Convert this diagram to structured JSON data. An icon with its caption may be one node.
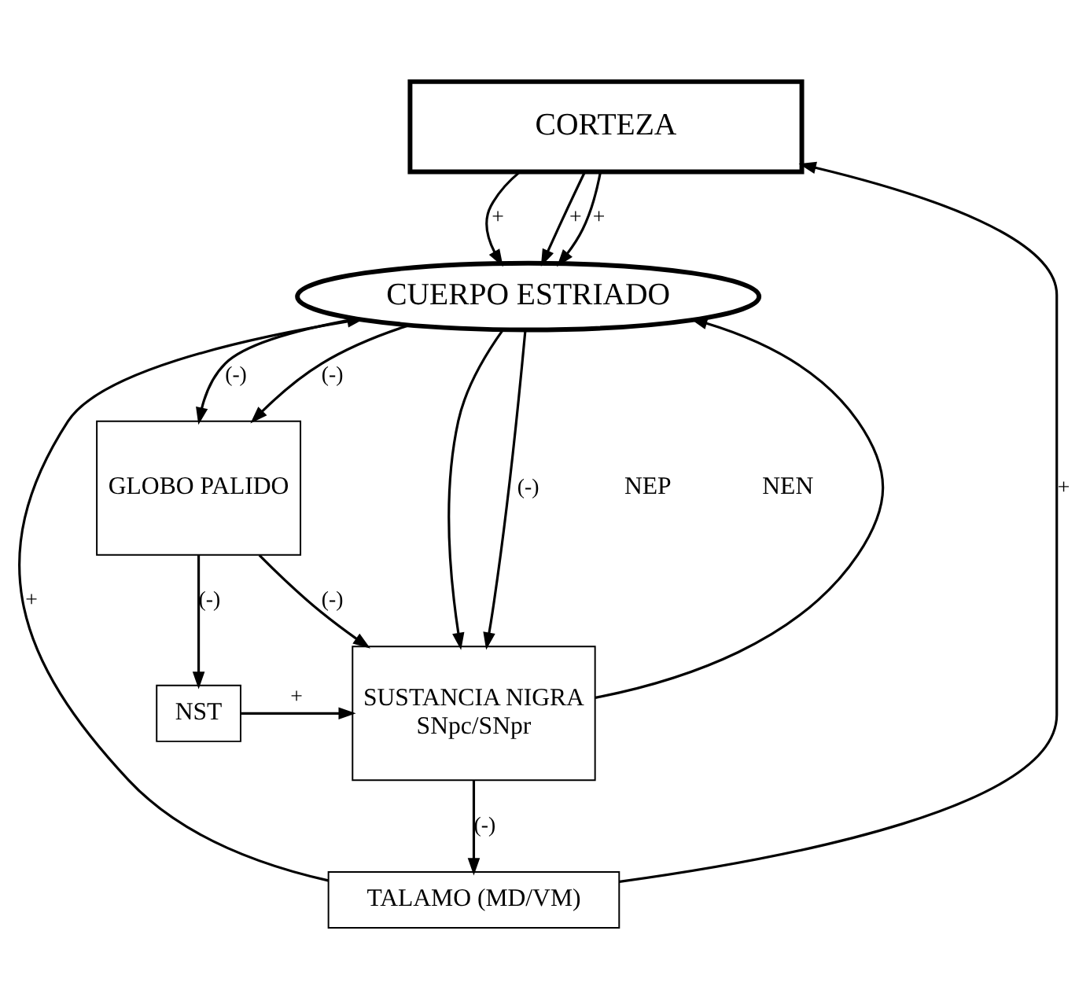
{
  "diagram": {
    "nodes": [
      {
        "text": [
          "CORTEZA"
        ]
      },
      {
        "text": [
          "TALAMO (MD/VM)"
        ]
      },
      {
        "text": [
          "CUERPO ESTRIADO"
        ]
      },
      {
        "text": [
          "GLOBO PALIDO"
        ]
      },
      {
        "text": [
          "NST"
        ]
      },
      {
        "text": [
          "SUSTANCIA NIGRA",
          "SNpc/SNpr"
        ]
      }
    ],
    "edges": [
      {
        "from": 1,
        "to": 0,
        "arrow": "to",
        "label": "+"
      },
      {
        "from": 0,
        "to": 2,
        "arrow": "to",
        "label": "+"
      },
      {
        "from": 0,
        "to": 2,
        "arrow": "to",
        "label": "+"
      },
      {
        "from": 0,
        "to": 2,
        "arrow": "to",
        "label": "+"
      },
      {
        "from": 1,
        "to": 2,
        "arrow": "to",
        "label": "+"
      },
      {
        "from": 5,
        "to": 1,
        "arrow": "to",
        "label": "(-)"
      },
      {
        "from": 5,
        "to": 2,
        "arrow": "to"
      },
      {
        "from": 2,
        "to": 3,
        "arrow": "to",
        "label": "(-)"
      },
      {
        "from": 2,
        "to": 3,
        "arrow": "to",
        "label": "(-)"
      },
      {
        "from": 2,
        "to": 5,
        "arrow": "to"
      },
      {
        "from": 2,
        "to": 5,
        "arrow": "to",
        "label": "(-)"
      },
      {
        "from": 3,
        "to": 4,
        "arrow": "to",
        "label": "(-)"
      },
      {
        "from": 3,
        "to": 5,
        "arrow": "to",
        "label": "(-)"
      },
      {
        "from": 4,
        "to": 5,
        "arrow": "to",
        "label": "+"
      }
    ],
    "labels": [
      "NEP",
      "NEN"
    ]
  }
}
